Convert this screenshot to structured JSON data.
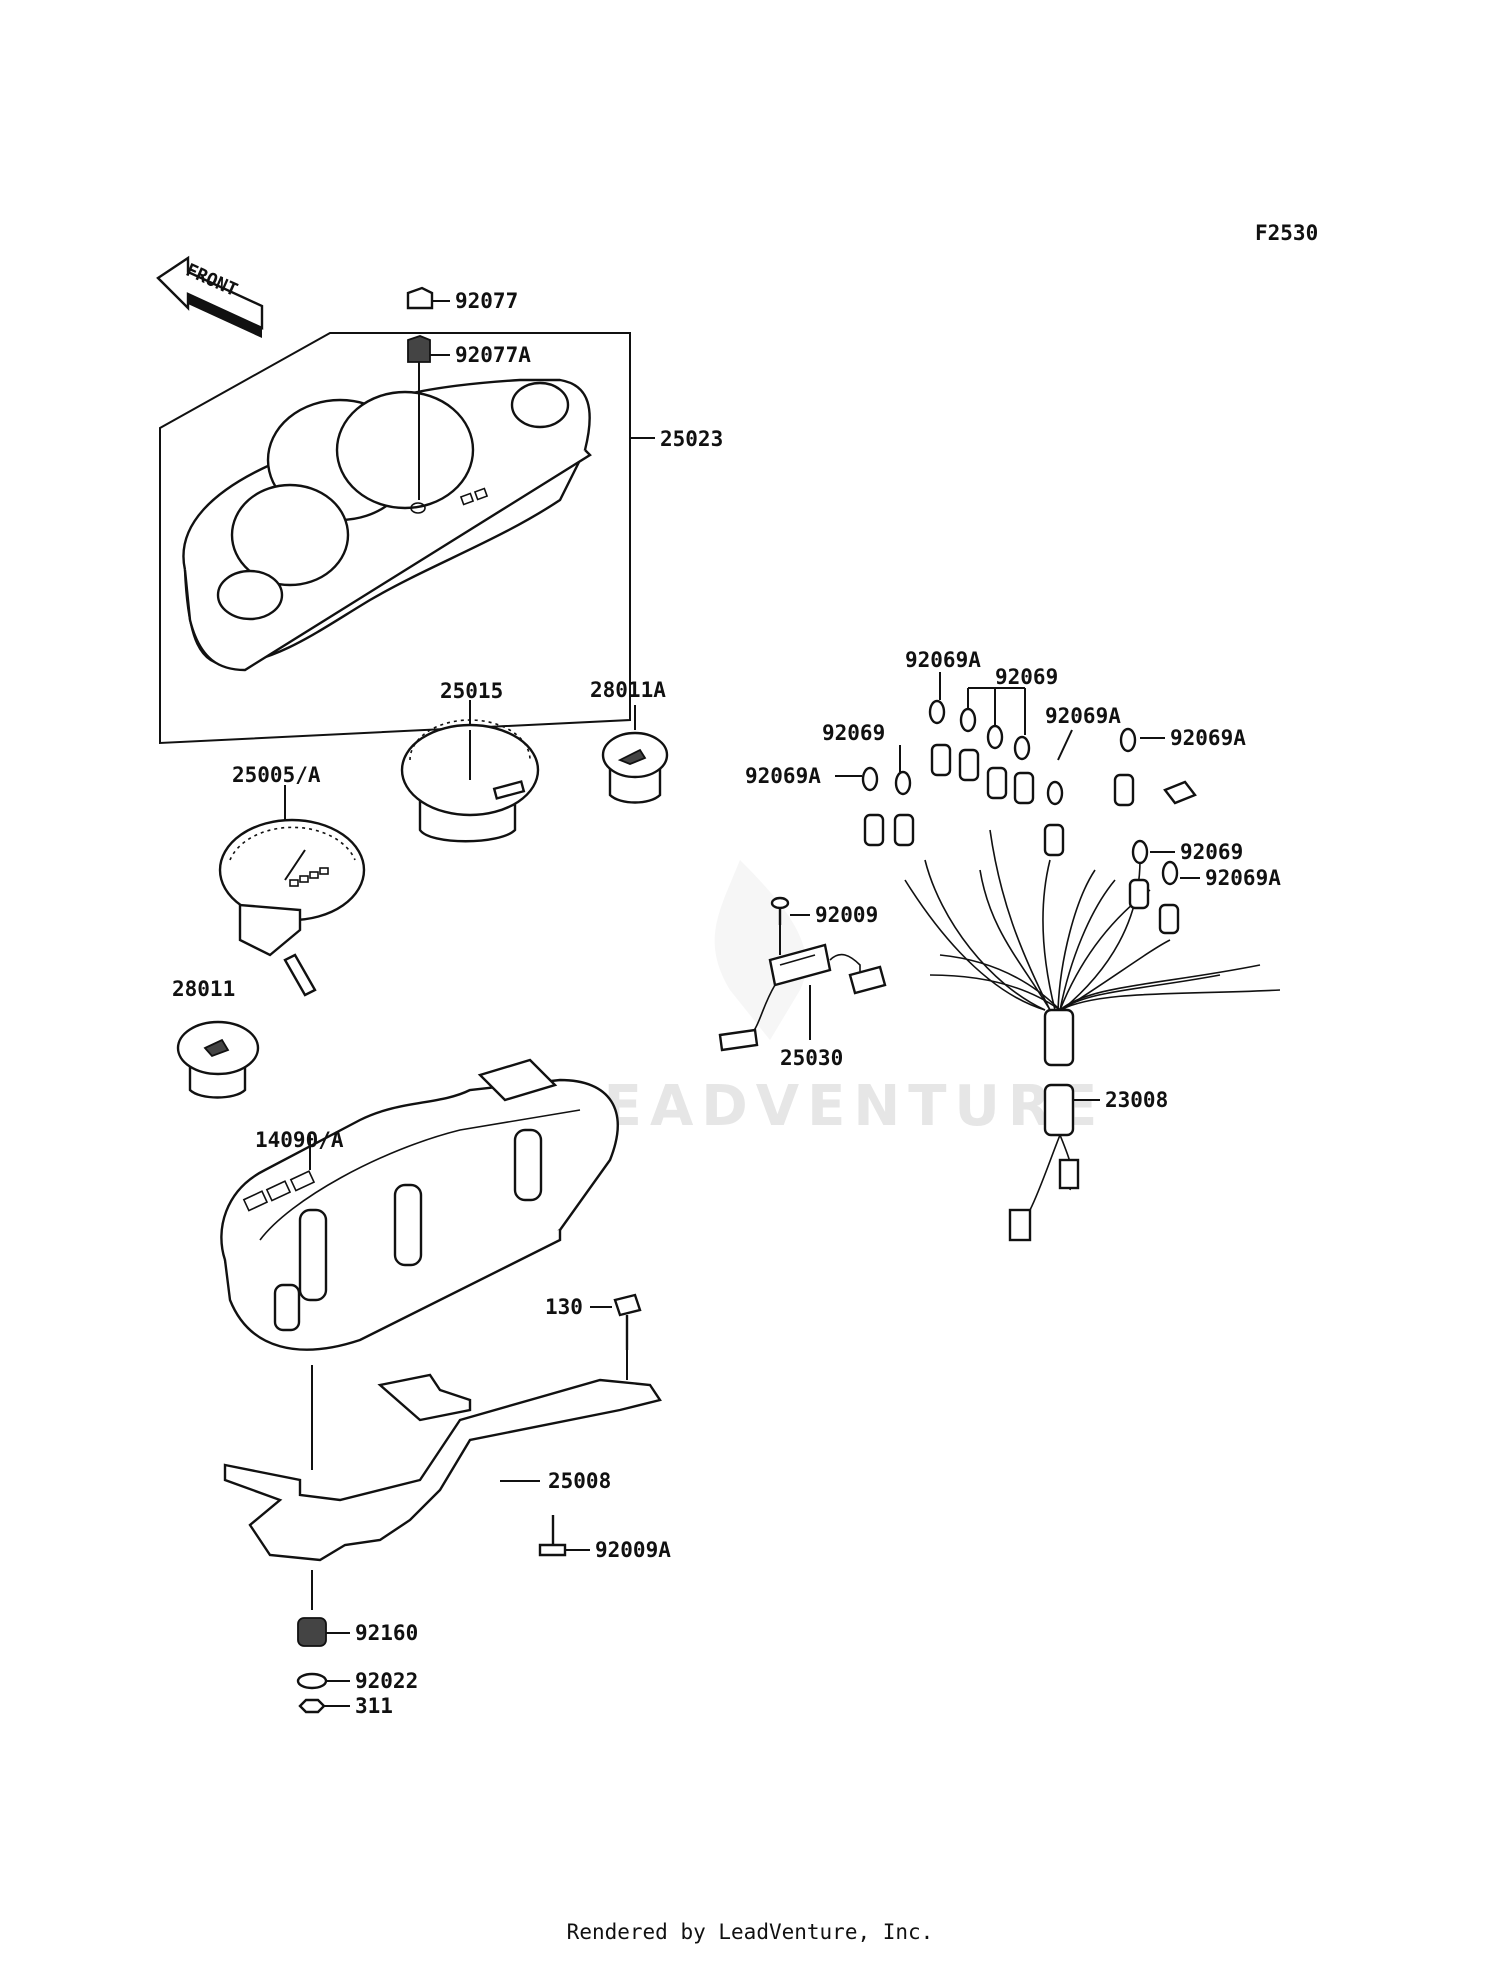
{
  "figure_code": "F2530",
  "front_arrow_label": "FRONT",
  "watermark": "LEADVENTURE",
  "footer": "Rendered by LeadVenture, Inc.",
  "callouts": [
    {
      "id": "c-92077",
      "text": "92077"
    },
    {
      "id": "c-92077a",
      "text": "92077A"
    },
    {
      "id": "c-25023",
      "text": "25023"
    },
    {
      "id": "c-25015",
      "text": "25015"
    },
    {
      "id": "c-28011a",
      "text": "28011A"
    },
    {
      "id": "c-25005a",
      "text": "25005/A"
    },
    {
      "id": "c-28011",
      "text": "28011"
    },
    {
      "id": "c-14090a",
      "text": "14090/A"
    },
    {
      "id": "c-130",
      "text": "130"
    },
    {
      "id": "c-25008",
      "text": "25008"
    },
    {
      "id": "c-92009a",
      "text": "92009A"
    },
    {
      "id": "c-92160",
      "text": "92160"
    },
    {
      "id": "c-92022",
      "text": "92022"
    },
    {
      "id": "c-311",
      "text": "311"
    },
    {
      "id": "c-92069a-top",
      "text": "92069A"
    },
    {
      "id": "c-92069-top",
      "text": "92069"
    },
    {
      "id": "c-92069-left",
      "text": "92069"
    },
    {
      "id": "c-92069a-mid",
      "text": "92069A"
    },
    {
      "id": "c-92069a-right",
      "text": "92069A"
    },
    {
      "id": "c-92069a-left",
      "text": "92069A"
    },
    {
      "id": "c-92069-right",
      "text": "92069"
    },
    {
      "id": "c-92069a-lowright",
      "text": "92069A"
    },
    {
      "id": "c-92009",
      "text": "92009"
    },
    {
      "id": "c-25030",
      "text": "25030"
    },
    {
      "id": "c-23008",
      "text": "23008"
    }
  ]
}
